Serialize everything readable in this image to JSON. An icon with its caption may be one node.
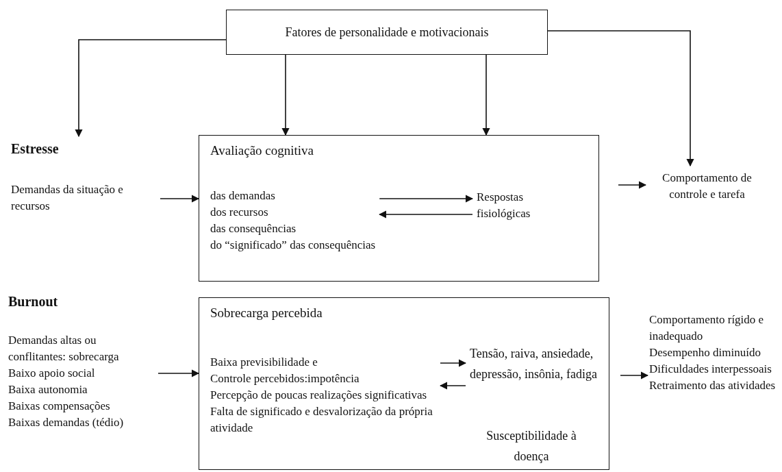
{
  "diagram": {
    "nodes": [
      {
        "text": [
          "Fatores de personalidade e motivacionais"
        ]
      },
      {
        "text": [
          "Estresse"
        ]
      },
      {
        "text": [
          "Demandas da situação e recursos"
        ]
      },
      {
        "text": [
          "Avaliação cognitiva"
        ]
      },
      {
        "text": [
          "das demandas",
          "dos recursos",
          "das consequências",
          "do “significado” das consequências"
        ],
        "in": 3
      },
      {
        "text": [
          "Respostas fisiológicas"
        ],
        "in": 3
      },
      {
        "text": [
          "Comportamento de controle e tarefa"
        ]
      },
      {
        "text": [
          "Burnout"
        ]
      },
      {
        "text": [
          "Demandas altas ou conflitantes: sobrecarga",
          "Baixo apoio social",
          "Baixa autonomia",
          "Baixas compensações",
          "Baixas demandas (tédio)"
        ]
      },
      {
        "text": [
          "Sobrecarga percebida"
        ]
      },
      {
        "text": [
          "Baixa previsibilidade e",
          "Controle percebidos:impotência",
          "Percepção de poucas realizações significativas",
          "Falta de significado e desvalorização da própria atividade"
        ],
        "in": 9
      },
      {
        "text": [
          "Tensão, raiva, ansiedade, depressão, insônia, fadiga"
        ],
        "in": 9
      },
      {
        "text": [
          "Susceptibilidade à doença"
        ],
        "in": 9
      },
      {
        "text": [
          "Comportamento rígido e inadequado",
          "Desempenho diminuído",
          "Dificuldades interpessoais",
          "Retraimento das atividades"
        ]
      }
    ],
    "edges": [
      {
        "from": 0,
        "to": 1,
        "arrow": "to"
      },
      {
        "from": 0,
        "to": 3,
        "arrow": "to"
      },
      {
        "from": 0,
        "to": 3,
        "arrow": "to"
      },
      {
        "from": 0,
        "to": 6,
        "arrow": "to"
      },
      {
        "from": 2,
        "to": 3,
        "arrow": "to"
      },
      {
        "from": 4,
        "to": 5,
        "arrow": "to"
      },
      {
        "from": 5,
        "to": 4,
        "arrow": "to"
      },
      {
        "from": 3,
        "to": 6,
        "arrow": "to"
      },
      {
        "from": 8,
        "to": 9,
        "arrow": "to"
      },
      {
        "from": 10,
        "to": 11,
        "arrow": "to"
      },
      {
        "from": 11,
        "to": 10,
        "arrow": "to"
      },
      {
        "from": 9,
        "to": 13,
        "arrow": "to"
      }
    ]
  }
}
